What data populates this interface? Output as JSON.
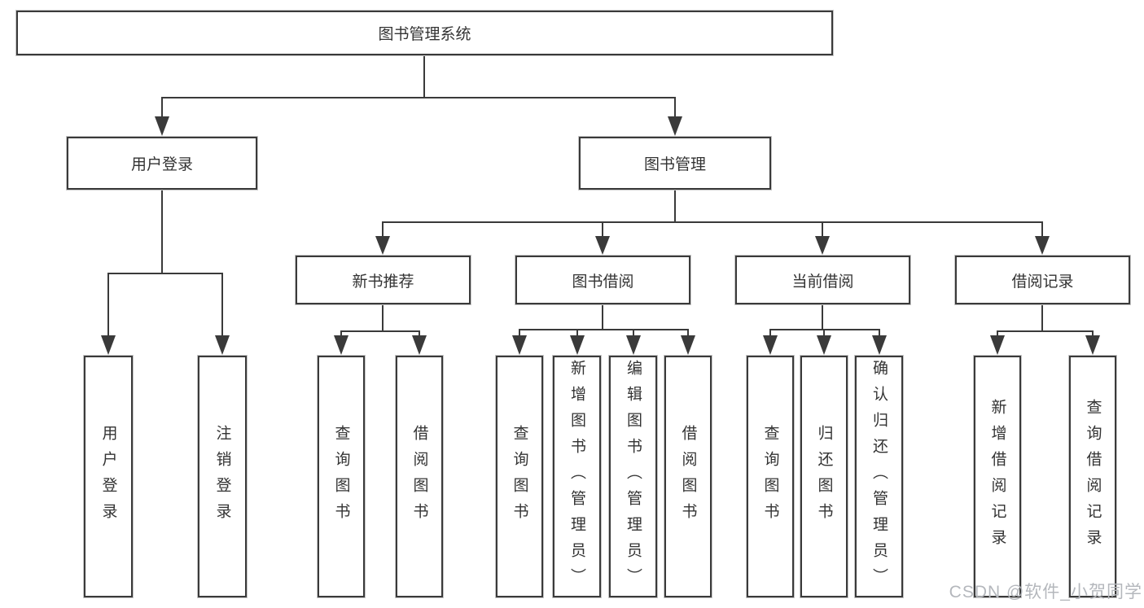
{
  "diagram": {
    "root": "图书管理系统",
    "branches": [
      {
        "label": "用户登录",
        "children": [
          "用户登录",
          "注销登录"
        ]
      },
      {
        "label": "图书管理",
        "groups": [
          {
            "label": "新书推荐",
            "children": [
              "查询图书",
              "借阅图书"
            ]
          },
          {
            "label": "图书借阅",
            "children": [
              "查询图书",
              "新增图书（管理员）",
              "编辑图书（管理员）",
              "借阅图书"
            ]
          },
          {
            "label": "当前借阅",
            "children": [
              "查询图书",
              "归还图书",
              "确认归还（管理员）"
            ]
          },
          {
            "label": "借阅记录",
            "children": [
              "新增借阅记录",
              "查询借阅记录"
            ]
          }
        ]
      }
    ]
  },
  "colors": {
    "line": "#3a3a3a",
    "text": "#333333",
    "watermark": "#b4b7bc",
    "background": "#ffffff"
  },
  "watermark": "CSDN @软件_小贺同学"
}
